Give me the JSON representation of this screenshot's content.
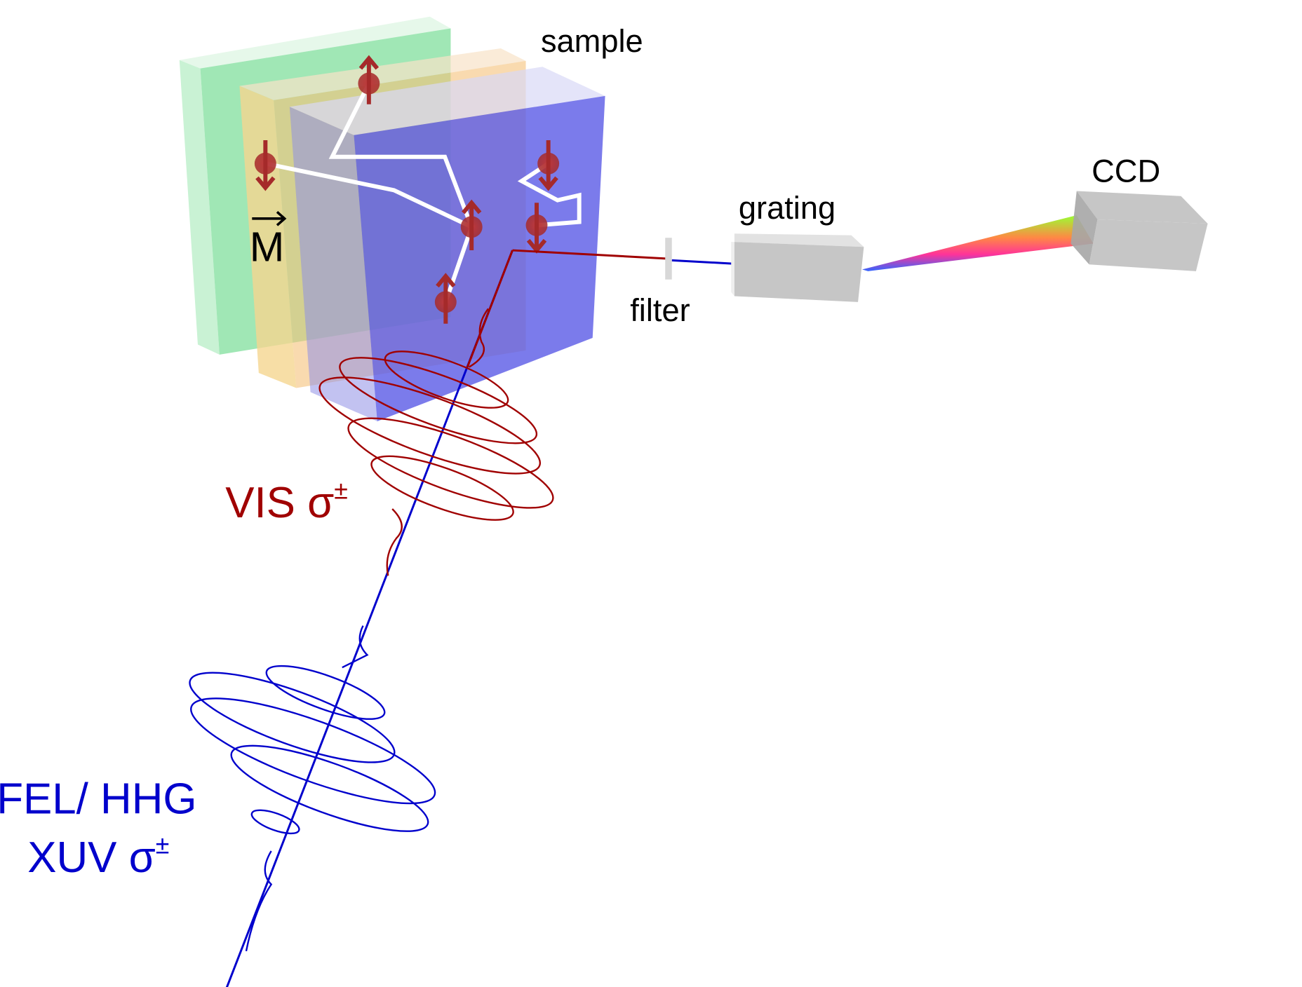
{
  "labels": {
    "sample": "sample",
    "ccd": "CCD",
    "grating": "grating",
    "filter": "filter",
    "magnetization": "M",
    "vis": "VIS σ",
    "vis_sup": "±",
    "fel": "FEL/ HHG",
    "xuv": "XUV σ",
    "xuv_sup": "±"
  },
  "colors": {
    "vis_beam": "#a00000",
    "xuv_beam": "#0000cc",
    "spin": "#a52a2a",
    "layer_green": "#8fe3a8",
    "layer_orange": "#f5c27a",
    "layer_blue": "#5a5ae6",
    "box_gray": "#c6c6c6"
  },
  "spins": [
    "up",
    "down",
    "up",
    "up",
    "down",
    "down"
  ]
}
